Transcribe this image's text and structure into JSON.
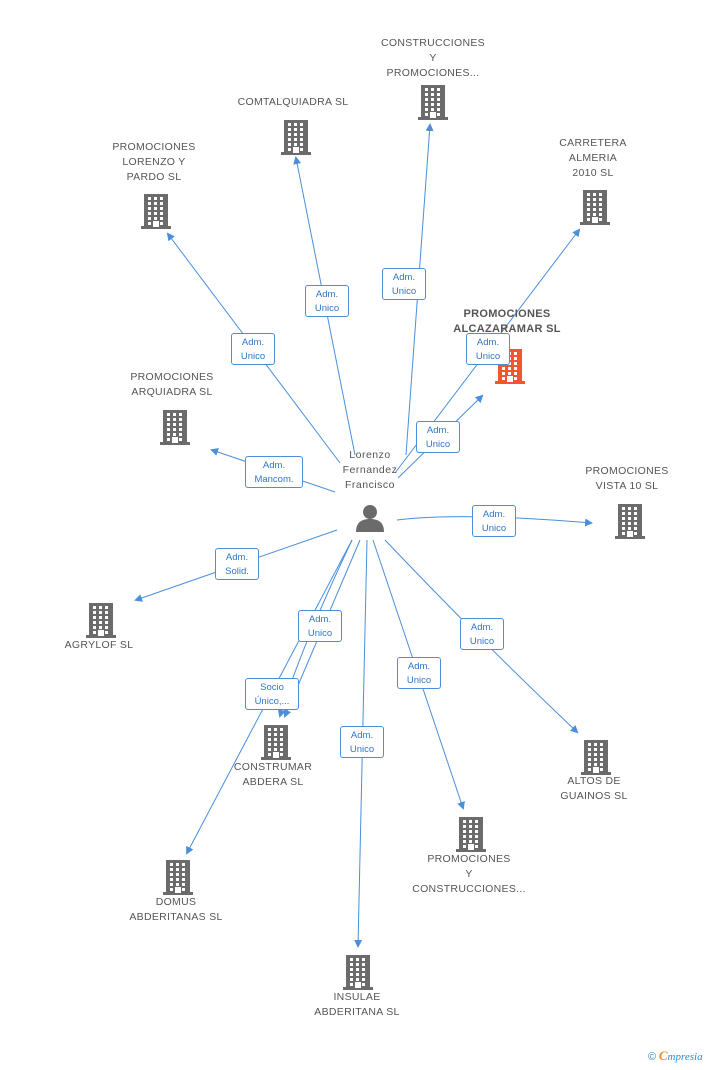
{
  "center": {
    "name": "Lorenzo\nFernandez\nFrancisco"
  },
  "nodes": [
    {
      "id": "construcciones",
      "label": "CONSTRUCCIONES\nY\nPROMOCIONES...",
      "highlight": false
    },
    {
      "id": "comtalquiadra",
      "label": "COMTALQUIADRA SL",
      "highlight": false
    },
    {
      "id": "lorenzo-pardo",
      "label": "PROMOCIONES\nLORENZO Y\nPARDO SL",
      "highlight": false
    },
    {
      "id": "carretera",
      "label": "CARRETERA\nALMERIA\n2010 SL",
      "highlight": false
    },
    {
      "id": "alcazaramar",
      "label": "PROMOCIONES\nALCAZARAMAR SL",
      "highlight": true
    },
    {
      "id": "arquiadra",
      "label": "PROMOCIONES\nARQUIADRA SL",
      "highlight": false
    },
    {
      "id": "vista10",
      "label": "PROMOCIONES\nVISTA 10 SL",
      "highlight": false
    },
    {
      "id": "agrylof",
      "label": "AGRYLOF SL",
      "highlight": false
    },
    {
      "id": "construmar",
      "label": "CONSTRUMAR\nABDERA SL",
      "highlight": false
    },
    {
      "id": "altos",
      "label": "ALTOS DE\nGUAINOS SL",
      "highlight": false
    },
    {
      "id": "prom-constr",
      "label": "PROMOCIONES\nY\nCONSTRUCCIONES...",
      "highlight": false
    },
    {
      "id": "domus",
      "label": "DOMUS\nABDERITANAS SL",
      "highlight": false
    },
    {
      "id": "insulae",
      "label": "INSULAE\nABDERITANA SL",
      "highlight": false
    }
  ],
  "edges": [
    {
      "to": "construcciones",
      "label": "Adm.\nUnico"
    },
    {
      "to": "comtalquiadra",
      "label": "Adm.\nUnico"
    },
    {
      "to": "lorenzo-pardo",
      "label": "Adm.\nUnico"
    },
    {
      "to": "carretera",
      "label": "Adm.\nUnico"
    },
    {
      "to": "alcazaramar",
      "label": "Adm.\nUnico"
    },
    {
      "to": "arquiadra",
      "label": "Adm.\nMancom."
    },
    {
      "to": "vista10",
      "label": "Adm.\nUnico"
    },
    {
      "to": "agrylof",
      "label": "Adm.\nSolid."
    },
    {
      "to": "construmar",
      "label": "Adm.\nUnico"
    },
    {
      "to": "construmar",
      "label": "Socio\nÚnico,..."
    },
    {
      "to": "altos",
      "label": "Adm.\nUnico"
    },
    {
      "to": "prom-constr",
      "label": "Adm.\nUnico"
    },
    {
      "to": "insulae",
      "label": "Adm.\nUnico"
    }
  ],
  "colors": {
    "edge": "#4a8fdc",
    "building": "#6b6b6b",
    "highlight": "#f0582a"
  },
  "footer": {
    "copyright": "©",
    "brand_e": "C",
    "brand_rest": "mpresia"
  }
}
